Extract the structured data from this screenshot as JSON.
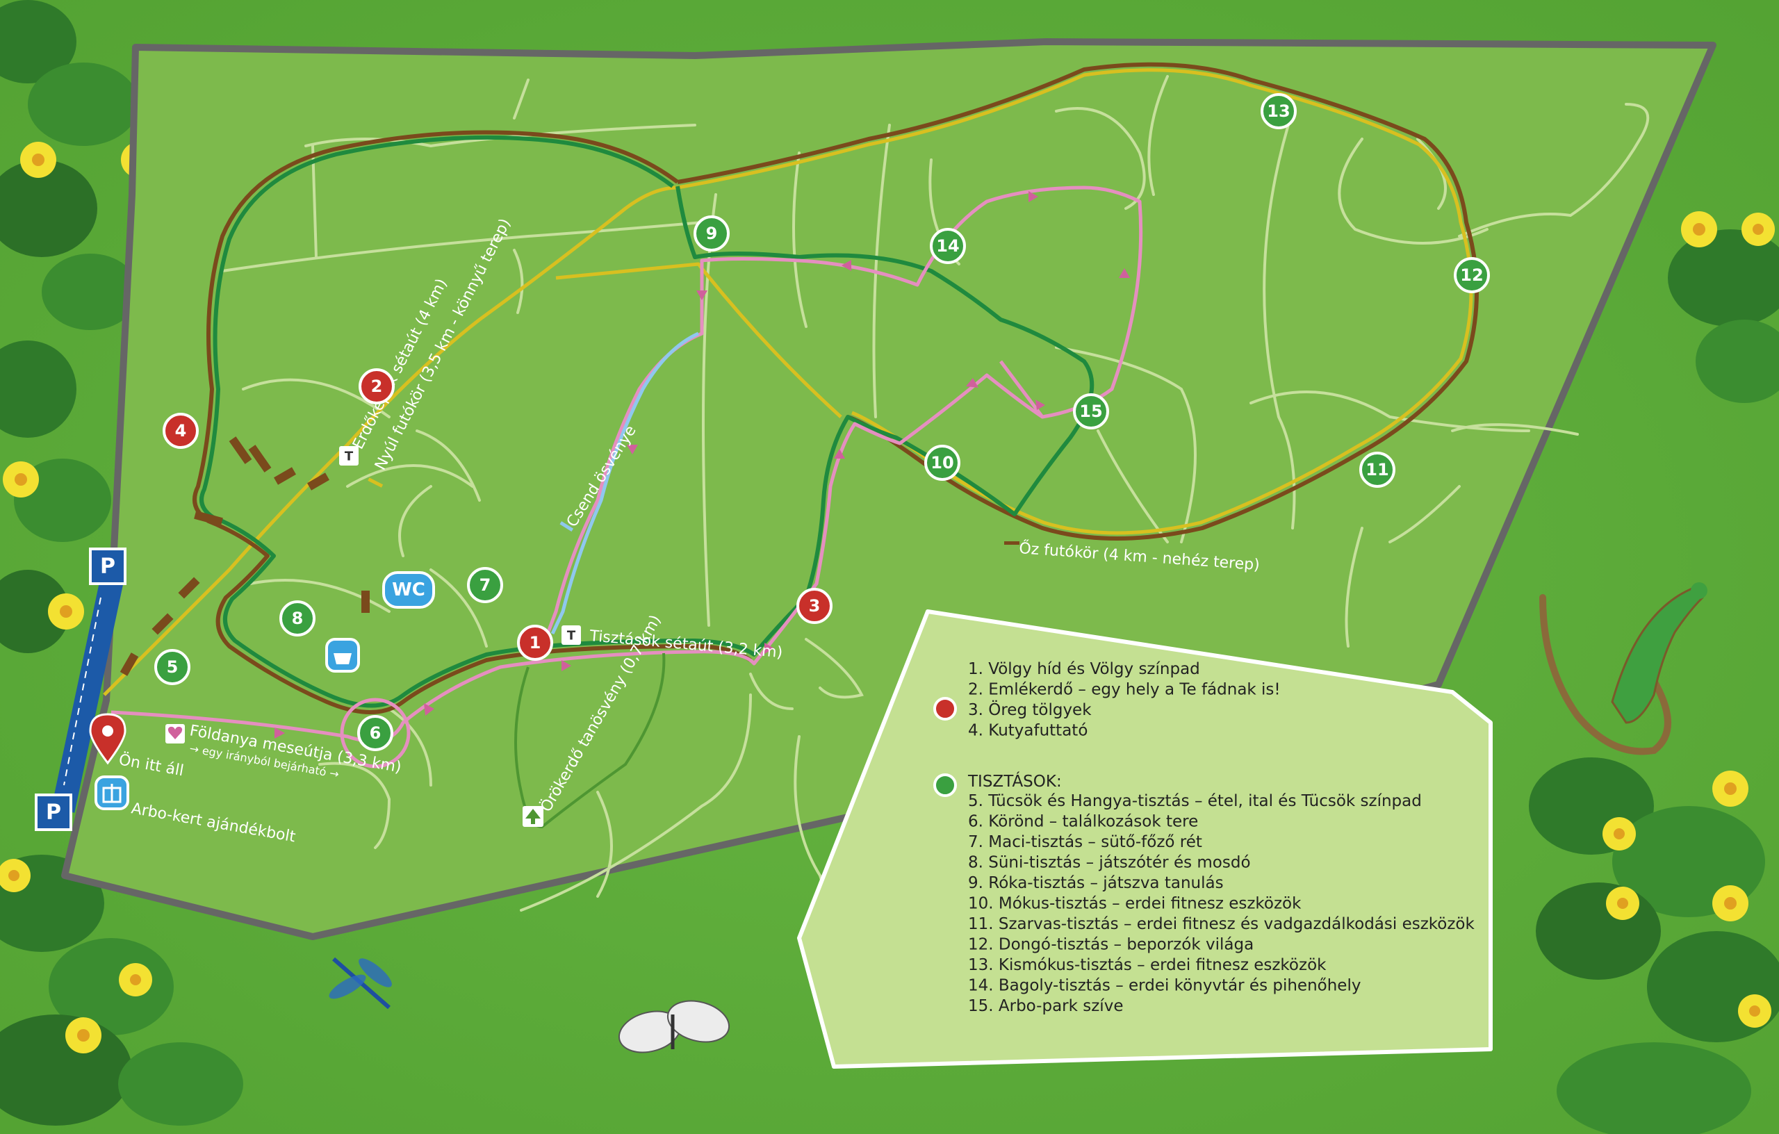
{
  "colors": {
    "grass": "#5fae3a",
    "park": "#7dba4c",
    "border": "#666666",
    "path_light": "#c6e09c",
    "trail_yellow": "#d8c020",
    "trail_brown": "#7a4a1c",
    "trail_green": "#1f8a3e",
    "trail_pink": "#e58fc0",
    "trail_blue": "#8fc8ee",
    "marker_red": "#c8302a",
    "marker_green": "#3aa040",
    "legend_bg": "#c4e092",
    "parking_blue": "#1c5aa8"
  },
  "map_labels": {
    "erdokepek": "Erdőképek sétaút (4 km)",
    "nyul": "Nyúl futókör (3,5 km - könnyű terep)",
    "csend": "Csend ösvénye",
    "tisztasok_setaut": "Tisztások sétaút (3,2 km)",
    "orokerdo": "Örökerdő tanösvény (0,7 km)",
    "foldanya": "Földanya meseútja (3,3 km)",
    "foldanya_sub": "→ egy irányból bejárható →",
    "oz": "Őz futókör (4 km  - nehéz terep)",
    "on_itt_all": "Ön itt áll",
    "arbo_kert": "Arbo-kert ajándékbolt",
    "wc": "WC",
    "parking": "P",
    "trail_icon": "T"
  },
  "markers": [
    {
      "num": "1",
      "color": "red"
    },
    {
      "num": "2",
      "color": "red"
    },
    {
      "num": "3",
      "color": "red"
    },
    {
      "num": "4",
      "color": "red"
    },
    {
      "num": "5",
      "color": "green"
    },
    {
      "num": "6",
      "color": "green"
    },
    {
      "num": "7",
      "color": "green"
    },
    {
      "num": "8",
      "color": "green"
    },
    {
      "num": "9",
      "color": "green"
    },
    {
      "num": "10",
      "color": "green"
    },
    {
      "num": "11",
      "color": "green"
    },
    {
      "num": "12",
      "color": "green"
    },
    {
      "num": "13",
      "color": "green"
    },
    {
      "num": "14",
      "color": "green"
    },
    {
      "num": "15",
      "color": "green"
    }
  ],
  "legend": {
    "red_items": [
      "1.   Völgy híd és Völgy színpad",
      "2.   Emlékerdő – egy hely a Te fádnak is!",
      "3.   Öreg tölgyek",
      "4.   Kutyafuttató"
    ],
    "green_heading": "TISZTÁSOK:",
    "green_items": [
      "5.   Tücsök és Hangya-tisztás –  étel, ital és Tücsök színpad",
      "6.   Köröndd – találkozások tere",
      "7.   Maci-tisztás – sütő-főző rét",
      "8.   Süni-tisztás – játszótér és mosdó",
      "9.   Róka-tisztás – játszva tanulás",
      "10.  Mókus-tisztás – erdei fitnesz eszközök",
      "11.  Szarvas-tisztás – erdei fitnesz és vadgazdálkodási eszközök",
      "12.  Dongó-tisztás – beporzók világa",
      "13.  Kismókus-tisztás – erdei fitnesz eszközök",
      "14.  Bagoly-tisztás – erdei könyvtár és pihenőhely",
      "15.  Arbo-park szíve"
    ]
  }
}
